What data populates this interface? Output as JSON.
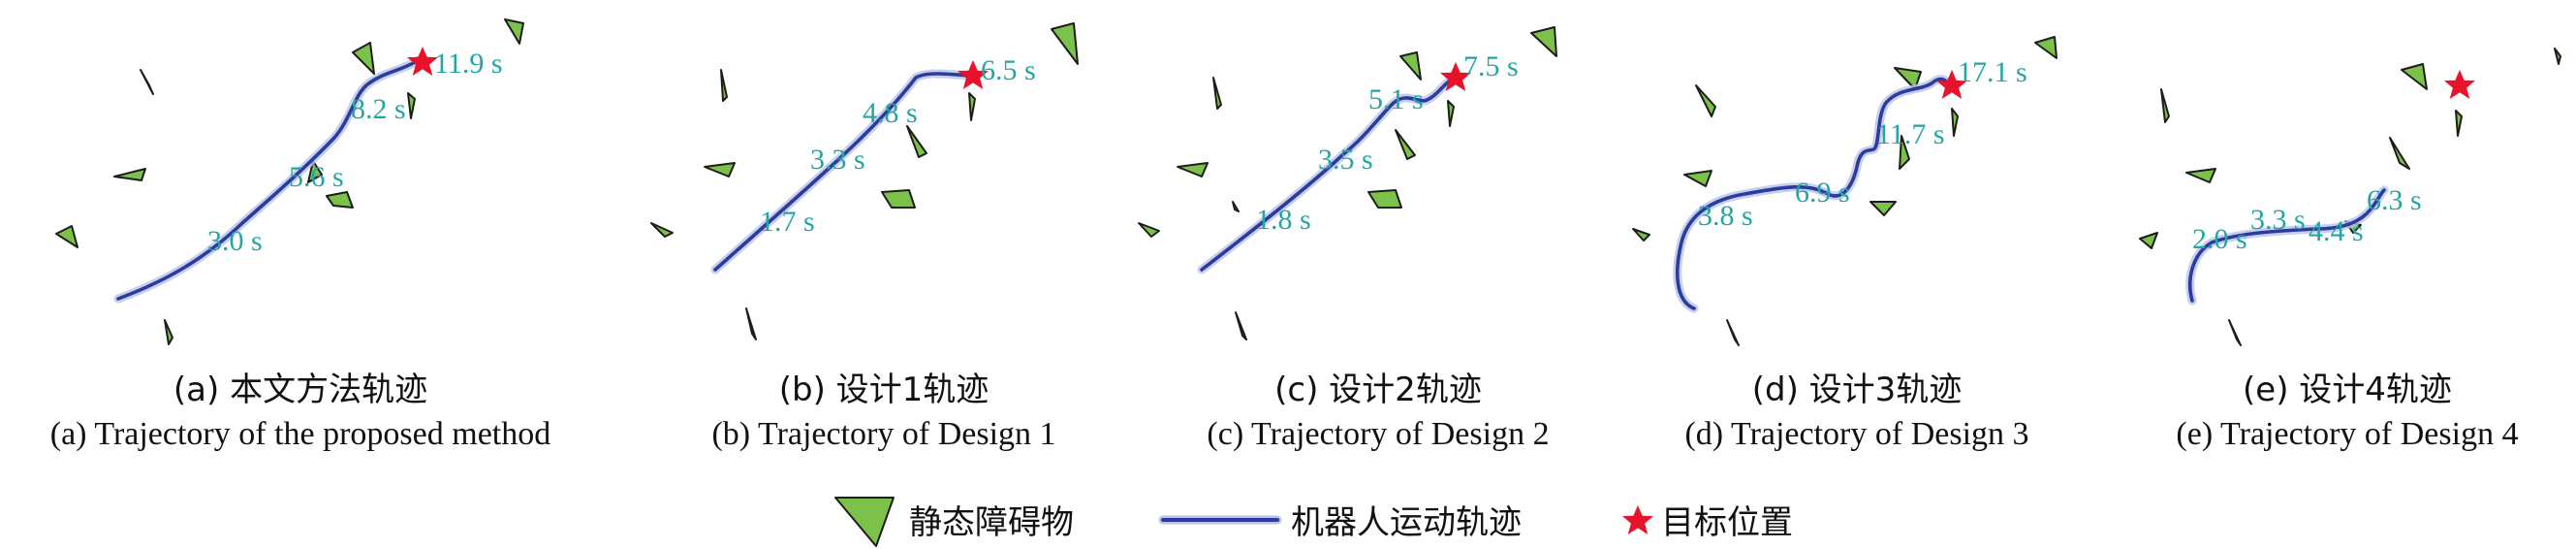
{
  "panels": [
    {
      "id": "a",
      "caption_cn": "(a) 本文方法轨迹",
      "caption_en": "(a) Trajectory of the proposed method",
      "time_labels": [
        "3.0 s",
        "5.6 s",
        "8.2 s",
        "11.9 s"
      ]
    },
    {
      "id": "b",
      "caption_cn": "(b) 设计1轨迹",
      "caption_en": "(b) Trajectory of Design 1",
      "time_labels": [
        "1.7 s",
        "3.3 s",
        "4.8 s",
        "6.5 s"
      ]
    },
    {
      "id": "c",
      "caption_cn": "(c) 设计2轨迹",
      "caption_en": "(c) Trajectory of Design 2",
      "time_labels": [
        "1.8 s",
        "3.5 s",
        "5.1 s",
        "7.5 s"
      ]
    },
    {
      "id": "d",
      "caption_cn": "(d) 设计3轨迹",
      "caption_en": "(d) Trajectory of Design 3",
      "time_labels": [
        "3.8 s",
        "6.9 s",
        "11.7 s",
        "17.1 s"
      ]
    },
    {
      "id": "e",
      "caption_cn": "(e) 设计4轨迹",
      "caption_en": "(e) Trajectory of Design 4",
      "time_labels": [
        "2.0 s",
        "3.3 s",
        "4.4 s",
        "6.3 s"
      ]
    }
  ],
  "legend": {
    "obstacle": "静态障碍物",
    "trajectory": "机器人运动轨迹",
    "goal": "目标位置"
  },
  "colors": {
    "obstacle_fill": "#7cc24a",
    "trajectory": "#2b3c9c",
    "time_label": "#22a6a3",
    "goal_star": "#e8122a"
  }
}
